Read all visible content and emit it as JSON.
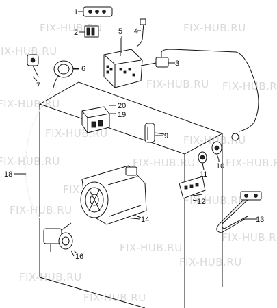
{
  "watermark": "FIX-HUB.RU",
  "callouts": [
    "1",
    "2",
    "3",
    "4",
    "5",
    "6",
    "7",
    "9",
    "10",
    "11",
    "12",
    "13",
    "14",
    "16",
    "18",
    "19",
    "20"
  ],
  "colors": {
    "ink": "#111111",
    "watermark": "#d9d9d9",
    "background": "#ffffff"
  }
}
